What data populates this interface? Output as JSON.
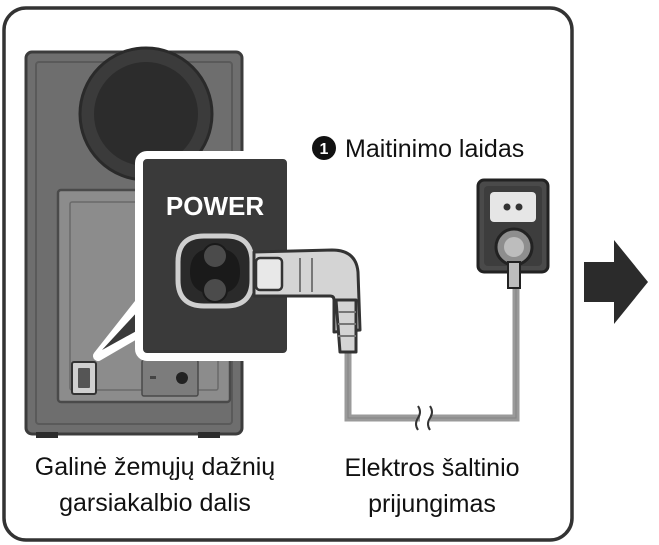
{
  "labels": {
    "step_number": "1",
    "cable_title": "Maitinimo laidas",
    "power_label": "POWER",
    "subwoofer_line1": "Galinė žemųjų dažnių",
    "subwoofer_line2": "garsiakalbio dalis",
    "outlet_line1": "Elektros šaltinio",
    "outlet_line2": "prijungimas"
  },
  "colors": {
    "panel_border": "#333333",
    "speaker_body": "#6e6e6e",
    "speaker_panel": "#8c8c8c",
    "callout_fill": "#3a3a3a",
    "cable": "#9a9a9a",
    "arrow": "#2b2b2b"
  },
  "icons": [
    "step-number-badge",
    "power-socket-icon",
    "wall-outlet-icon",
    "next-arrow-icon",
    "cable-break-icon"
  ]
}
